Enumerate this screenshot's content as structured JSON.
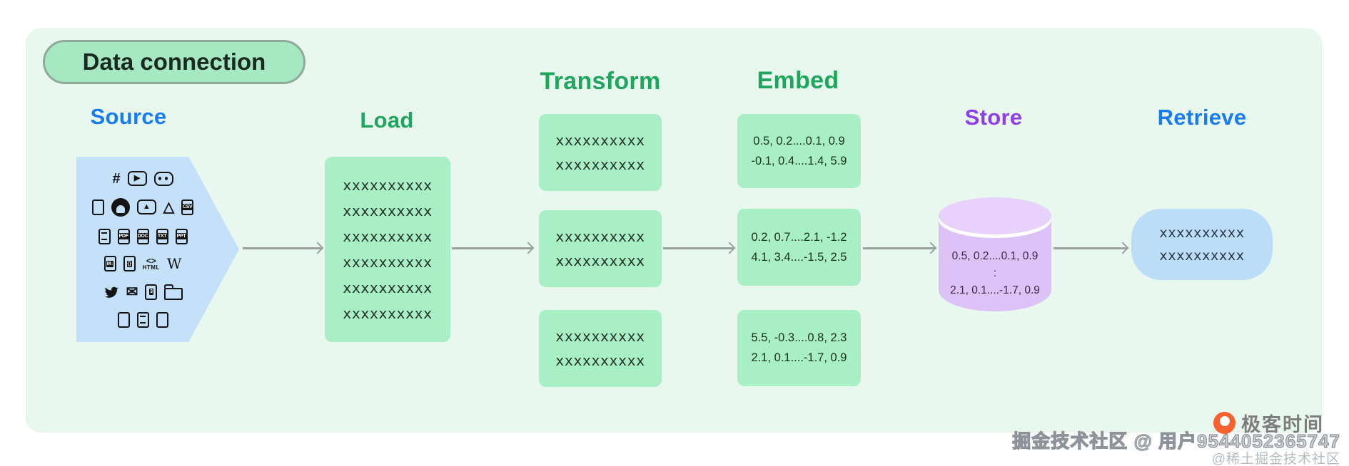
{
  "title": "Data connection",
  "pipeline": {
    "source": {
      "label": "Source",
      "icon_rows": [
        [
          {
            "name": "slack-icon",
            "kind": "glyph",
            "glyph": "#"
          },
          {
            "name": "youtube-icon",
            "kind": "boxglyph",
            "glyph": "▶"
          },
          {
            "name": "discord-icon",
            "kind": "discord"
          }
        ],
        [
          {
            "name": "file-icon",
            "kind": "file",
            "label": ""
          },
          {
            "name": "github-icon",
            "kind": "github"
          },
          {
            "name": "image-icon",
            "kind": "boxglyph",
            "glyph": "▲"
          },
          {
            "name": "google-drive-icon",
            "kind": "glyph",
            "glyph": "△"
          },
          {
            "name": "csv-file-icon",
            "kind": "file",
            "label": "CSV"
          }
        ],
        [
          {
            "name": "document-icon",
            "kind": "filelines"
          },
          {
            "name": "pdf-file-icon",
            "kind": "file",
            "label": "PDF"
          },
          {
            "name": "doc-file-icon",
            "kind": "file",
            "label": "DOC"
          },
          {
            "name": "txt-file-icon",
            "kind": "file",
            "label": "TXT"
          },
          {
            "name": "ppt-file-icon",
            "kind": "file",
            "label": "PPT"
          }
        ],
        [
          {
            "name": "markdown-icon",
            "kind": "file",
            "label": "M↓"
          },
          {
            "name": "json-icon",
            "kind": "file",
            "label": "{}"
          },
          {
            "name": "html-icon",
            "kind": "stack",
            "glyph": "<>",
            "label": "HTML"
          },
          {
            "name": "wikipedia-icon",
            "kind": "serifglyph",
            "glyph": "W"
          }
        ],
        [
          {
            "name": "twitter-icon",
            "kind": "twitter"
          },
          {
            "name": "email-icon",
            "kind": "glyph",
            "glyph": "✉"
          },
          {
            "name": "css-icon",
            "kind": "file",
            "label": "3"
          },
          {
            "name": "folder-icon",
            "kind": "folder"
          }
        ],
        [
          {
            "name": "file-icon-2",
            "kind": "file",
            "label": ""
          },
          {
            "name": "file-text-icon",
            "kind": "filelines"
          },
          {
            "name": "file-icon-3",
            "kind": "file",
            "label": ""
          }
        ]
      ]
    },
    "load": {
      "label": "Load",
      "rows": [
        "xxxxxxxxxx",
        "xxxxxxxxxx",
        "xxxxxxxxxx",
        "xxxxxxxxxx",
        "xxxxxxxxxx",
        "xxxxxxxxxx"
      ]
    },
    "transform": {
      "label": "Transform",
      "boxes": [
        {
          "lines": [
            "xxxxxxxxxx",
            "xxxxxxxxxx"
          ]
        },
        {
          "lines": [
            "xxxxxxxxxx",
            "xxxxxxxxxx"
          ]
        },
        {
          "lines": [
            "xxxxxxxxxx",
            "xxxxxxxxxx"
          ]
        }
      ]
    },
    "embed": {
      "label": "Embed",
      "boxes": [
        {
          "lines": [
            "0.5, 0.2....0.1, 0.9",
            "-0.1, 0.4....1.4, 5.9"
          ]
        },
        {
          "lines": [
            "0.2, 0.7....2.1, -1.2",
            "4.1, 3.4....-1.5, 2.5"
          ]
        },
        {
          "lines": [
            "5.5, -0.3....0.8, 2.3",
            "2.1, 0.1....-1.7, 0.9"
          ]
        }
      ]
    },
    "store": {
      "label": "Store",
      "lines": [
        "0.5, 0.2....0.1, 0.9",
        ":",
        "2.1, 0.1....-1.7, 0.9"
      ]
    },
    "retrieve": {
      "label": "Retrieve",
      "rows": [
        "xxxxxxxxxx",
        "xxxxxxxxxx"
      ]
    }
  },
  "branding": {
    "name": "极客时间"
  },
  "watermarks": {
    "primary": "掘金技术社区 @ 用户9544052365747",
    "secondary": "@稀土掘金技术社区"
  },
  "colors": {
    "panel_bg": "#e9f8ef",
    "title_pill_bg": "#a6e8c1",
    "green_box": "#a9efc5",
    "source_blue": "#c5e1fa",
    "retrieve_blue": "#bcddf8",
    "cylinder_purple": "#ddc2f8",
    "header_blue": "#177cf2",
    "header_green": "#1fa65c",
    "header_purple": "#8e3cec",
    "arrow_gray": "#9ba1a0",
    "brand_orange": "#f6612d"
  }
}
